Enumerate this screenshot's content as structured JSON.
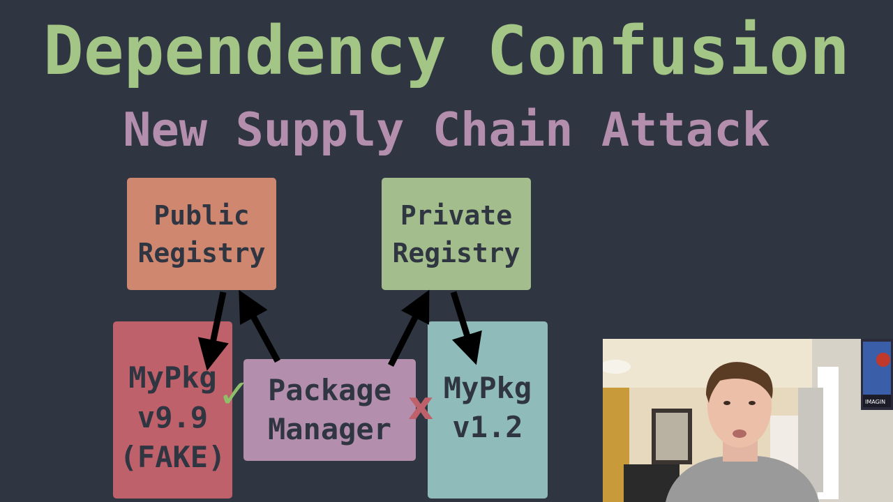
{
  "title": "Dependency Confusion",
  "subtitle": "New Supply Chain Attack",
  "boxes": {
    "public": {
      "line1": "Public",
      "line2": "Registry",
      "color": "#d08770"
    },
    "private": {
      "line1": "Private",
      "line2": "Registry",
      "color": "#a3be8c"
    },
    "fake_pkg": {
      "line1": "MyPkg",
      "line2": "v9.9",
      "line3": "(FAKE)",
      "color": "#bf616a"
    },
    "package_manager": {
      "line1": "Package",
      "line2": "Manager",
      "color": "#b48ead"
    },
    "real_pkg": {
      "line1": "MyPkg",
      "line2": "v1.2",
      "color": "#8fbcbb"
    }
  },
  "marks": {
    "check": "✓",
    "x": "x"
  },
  "colors": {
    "background": "#2f3541",
    "title": "#a3c585",
    "subtitle": "#b48ead"
  },
  "webcam": {
    "poster_text": "IMAGIN"
  }
}
